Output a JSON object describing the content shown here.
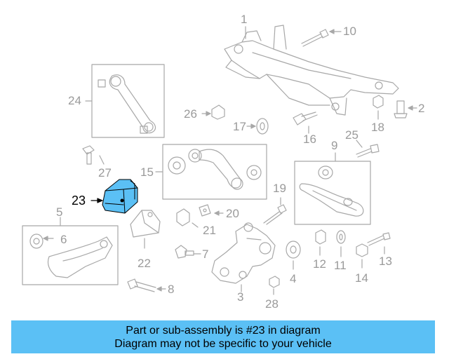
{
  "callouts": {
    "c1": "1",
    "c2": "2",
    "c3": "3",
    "c4": "4",
    "c5": "5",
    "c6": "6",
    "c7": "7",
    "c8": "8",
    "c9": "9",
    "c10": "10",
    "c11": "11",
    "c12": "12",
    "c13": "13",
    "c14": "14",
    "c15": "15",
    "c16": "16",
    "c17": "17",
    "c18": "18",
    "c19": "19",
    "c20": "20",
    "c21": "21",
    "c22": "22",
    "c23": "23",
    "c24": "24",
    "c25": "25",
    "c26": "26",
    "c27": "27",
    "c28": "28"
  },
  "highlight": {
    "part_number": "23",
    "color": "#5bc0f5"
  },
  "banner": {
    "line1": "Part or sub-assembly is #23 in diagram",
    "line2": "Diagram may not be specific to your vehicle"
  }
}
